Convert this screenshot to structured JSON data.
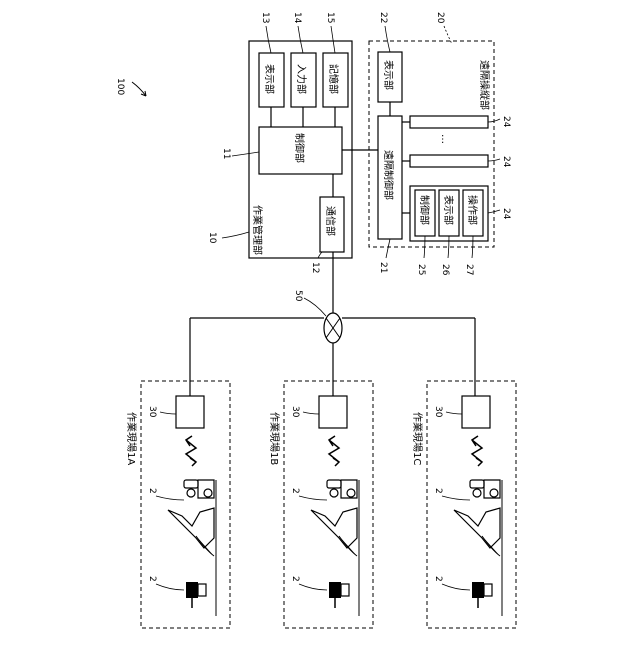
{
  "figure": {
    "ref_100": "100",
    "work_management": {
      "label": "作業管理部",
      "ref": "10"
    },
    "display_13": {
      "label": "表示部",
      "ref": "13"
    },
    "input_14": {
      "label": "入力部",
      "ref": "14"
    },
    "storage_15": {
      "label": "記憶部",
      "ref": "15"
    },
    "control_11": {
      "label": "制御部",
      "ref": "11"
    },
    "comm_12": {
      "label": "通信部",
      "ref": "12"
    },
    "remote_operation": {
      "label": "遠隔操縦部",
      "ref": "20"
    },
    "display_22": {
      "label": "表示部",
      "ref": "22"
    },
    "remote_control_21": {
      "label": "遠隔制御部",
      "ref": "21"
    },
    "operator_station": {
      "ref": "24",
      "ellipsis": "…"
    },
    "station_control": {
      "label": "制御部",
      "ref": "25"
    },
    "station_display": {
      "label": "表示部",
      "ref": "26"
    },
    "station_operation": {
      "label": "操作部",
      "ref": "27"
    },
    "network": {
      "ref": "50"
    },
    "sites": [
      {
        "label": "作業現場1A",
        "gateway_ref": "30",
        "machine_ref": "2"
      },
      {
        "label": "作業現場1B",
        "gateway_ref": "30",
        "machine_ref": "2"
      },
      {
        "label": "作業現場1C",
        "gateway_ref": "30",
        "machine_ref": "2"
      }
    ]
  }
}
